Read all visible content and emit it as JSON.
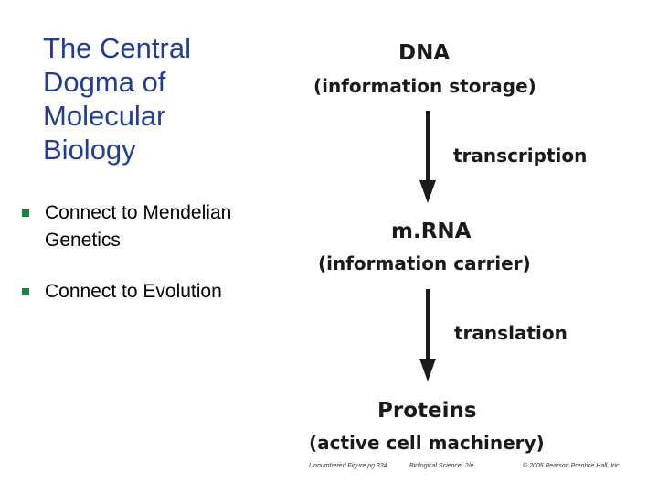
{
  "title": {
    "line1": "The Central",
    "line2": "Dogma of",
    "line3": "Molecular",
    "line4": "Biology"
  },
  "bullets": [
    {
      "line1": "Connect to Mendelian",
      "line2": "Genetics"
    },
    {
      "line1": "Connect to Evolution"
    }
  ],
  "diagram": {
    "dna": {
      "name": "DNA",
      "role": "(information storage)"
    },
    "step1": "transcription",
    "mrna": {
      "name": "m.RNA",
      "role": "(information carrier)"
    },
    "step2": "translation",
    "proteins": {
      "name": "Proteins",
      "role": "(active cell machinery)"
    }
  },
  "credit": {
    "figure": "Unnumbered Figure pg 334",
    "book": "Biological Science, 2/e",
    "copyright": "© 2005 Pearson Prentice Hall, Inc."
  },
  "colors": {
    "title": "#1f3d99",
    "bullet_marker": "#0f8a3a",
    "diagram_text": "#1a1a1a"
  }
}
